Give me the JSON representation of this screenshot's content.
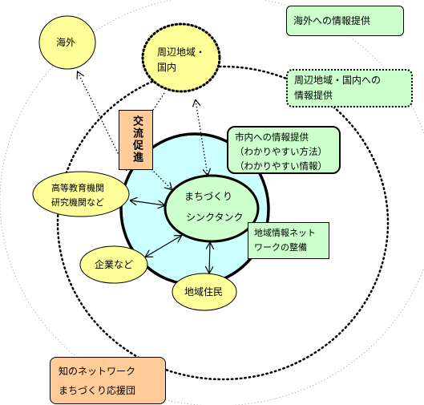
{
  "nodes": {
    "overseas": "海外",
    "surrounding": "周辺地域・\n国内",
    "university": "高等教育機関\n研究機関など",
    "core_line1": "まちづくり",
    "core_line2": "シンクタンク",
    "company": "企業など",
    "residents": "地域住民"
  },
  "boxes": {
    "overseas_info": "海外への情報提供",
    "domestic_info": "周辺地域・国内への\n情報提供",
    "city_info": "市内への情報提供\n（わかりやすい方法）\n（わかりやすい情報）",
    "exchange": "交流促進",
    "regional_network": "地域情報ネット\nワークの整備",
    "knowledge_network": "知のネットワーク\nまちづくり応援団"
  },
  "colors": {
    "yellow_node": "#ffff99",
    "core_green": "#ccffcc",
    "inner_circle": "#ccffff",
    "info_box_green": "#ccffcc",
    "orange_box": "#ffcc99"
  }
}
